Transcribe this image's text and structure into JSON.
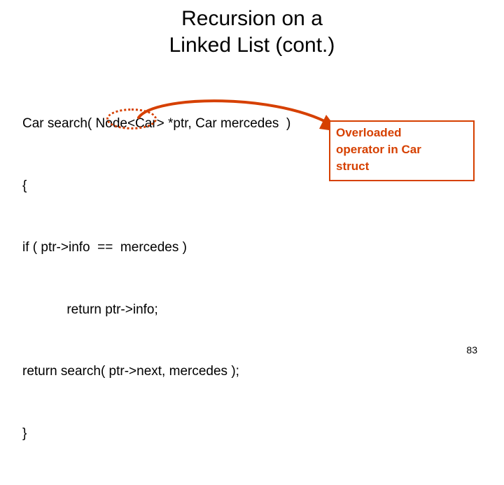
{
  "slide": {
    "title_lines": [
      "Recursion on a",
      "Linked List (cont.)"
    ],
    "code_lines": [
      "Car search( Node<Car> *ptr, Car mercedes  )",
      "{",
      "if ( ptr->info  ==  mercedes )",
      "            return ptr->info;",
      "return search( ptr->next, mercedes );",
      "}"
    ],
    "callout": {
      "lines": [
        "Overloaded",
        "operator in Car",
        "struct"
      ],
      "border_color": "#D64000",
      "text_color": "#D64000"
    },
    "annotation": {
      "arrow_color": "#D64000",
      "ellipse_color": "#D64000"
    },
    "page_number": "83"
  }
}
